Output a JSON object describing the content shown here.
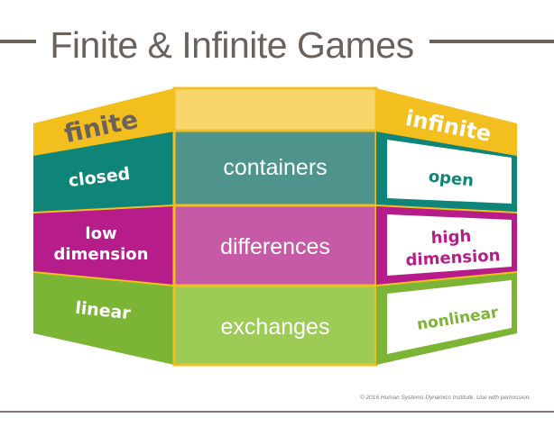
{
  "title": "Finite & Infinite Games",
  "colors": {
    "yellow": "#f3bf1e",
    "yellow_light": "#f8d66b",
    "teal": "#0e8578",
    "teal_mid": "#4e948d",
    "magenta": "#b61d8a",
    "magenta_mid": "#c75aa6",
    "green": "#7cb535",
    "green_light": "#9ccc56",
    "gray": "#6b625c"
  },
  "left_side": {
    "header": "finite",
    "rows": [
      {
        "label": "closed"
      },
      {
        "label": "low dimension",
        "line1": "low",
        "line2": "dimension"
      },
      {
        "label": "linear"
      }
    ]
  },
  "center": {
    "rows": [
      {
        "label": "containers"
      },
      {
        "label": "differences"
      },
      {
        "label": "exchanges"
      }
    ]
  },
  "right_side": {
    "header": "infinite",
    "rows": [
      {
        "label": "open"
      },
      {
        "label": "high dimension",
        "line1": "high",
        "line2": "dimension"
      },
      {
        "label": "nonlinear"
      }
    ]
  },
  "copyright": "© 2016 Human Systems Dynamics Institute. Use with permission."
}
